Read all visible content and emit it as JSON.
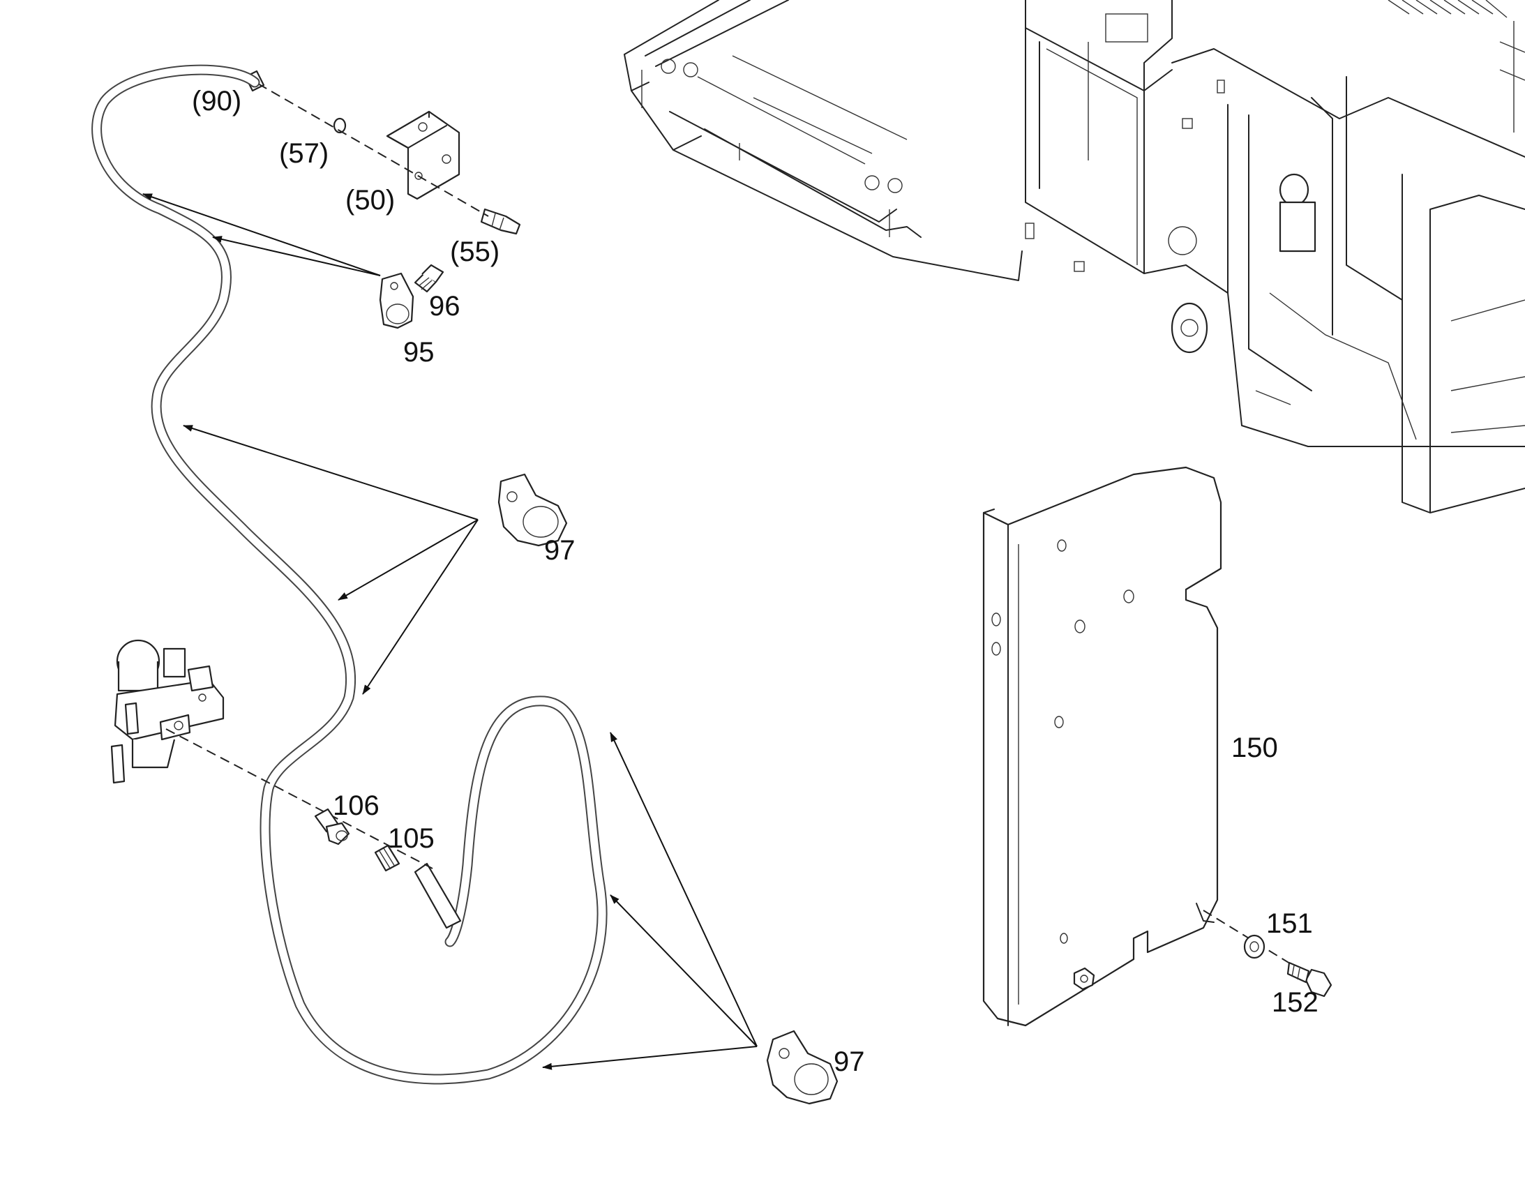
{
  "callouts": {
    "c90": "(90)",
    "c57": "(57)",
    "c50": "(50)",
    "c55": "(55)",
    "c96": "96",
    "c95": "95",
    "c97a": "97",
    "c97b": "97",
    "c106": "106",
    "c105": "105",
    "c150": "150",
    "c151": "151",
    "c152": "152"
  }
}
